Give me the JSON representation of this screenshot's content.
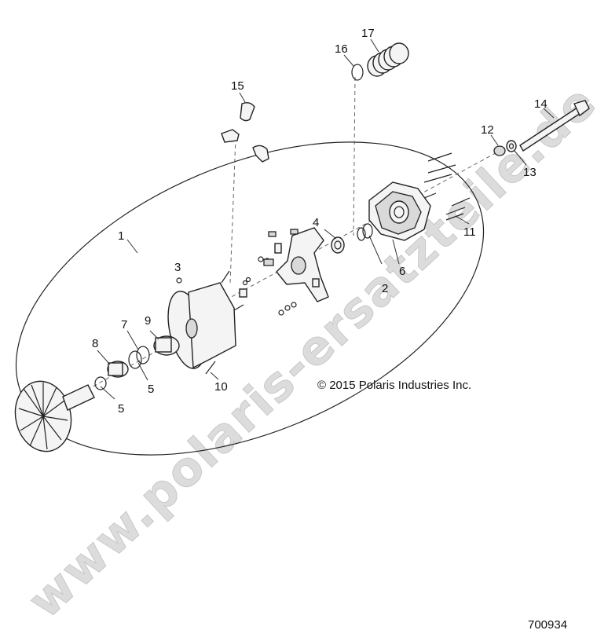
{
  "watermark": "www.polaris-ersatzteile.de",
  "copyright": "© 2015 Polaris Industries Inc.",
  "figure_number": "700934",
  "callouts": {
    "c1": "1",
    "c2": "2",
    "c3": "3",
    "c4": "4",
    "c5a": "5",
    "c5b": "5",
    "c6": "6",
    "c7": "7",
    "c8": "8",
    "c9": "9",
    "c10": "10",
    "c11": "11",
    "c12": "12",
    "c13": "13",
    "c14": "14",
    "c15": "15",
    "c16": "16",
    "c17": "17"
  }
}
